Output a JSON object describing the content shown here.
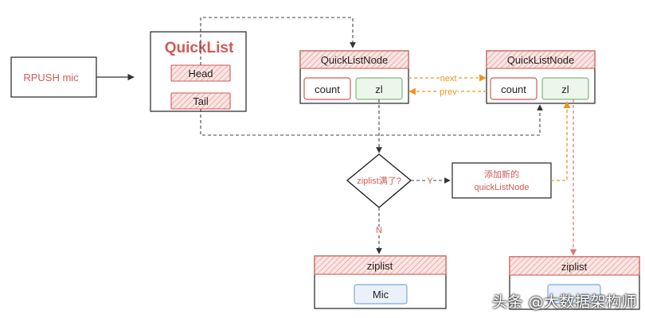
{
  "command": {
    "label": "RPUSH mic"
  },
  "quicklist": {
    "title": "QuickList",
    "head": "Head",
    "tail": "Tail"
  },
  "node_left": {
    "title": "QuickListNode",
    "count": "count",
    "zl": "zl"
  },
  "node_right": {
    "title": "QuickListNode",
    "count": "count",
    "zl": "zl"
  },
  "links": {
    "next": "next",
    "prev": "prev"
  },
  "decision": {
    "label": "ziplist满了?",
    "yes": "Y",
    "no": "N"
  },
  "add_node": {
    "line1": "添加新的",
    "line2": "quickListNode"
  },
  "ziplist_left": {
    "title": "ziplist",
    "entry": "Mic"
  },
  "ziplist_right": {
    "title": "ziplist"
  },
  "watermark": "头条 @大数据架构师",
  "colors": {
    "red": "#d05a55",
    "header_fill": "#f9dcda",
    "orange": "#f0961e",
    "green": "#7fb77e",
    "blue": "#7ea6e0",
    "dark": "#333333",
    "dashed": "#555555"
  }
}
